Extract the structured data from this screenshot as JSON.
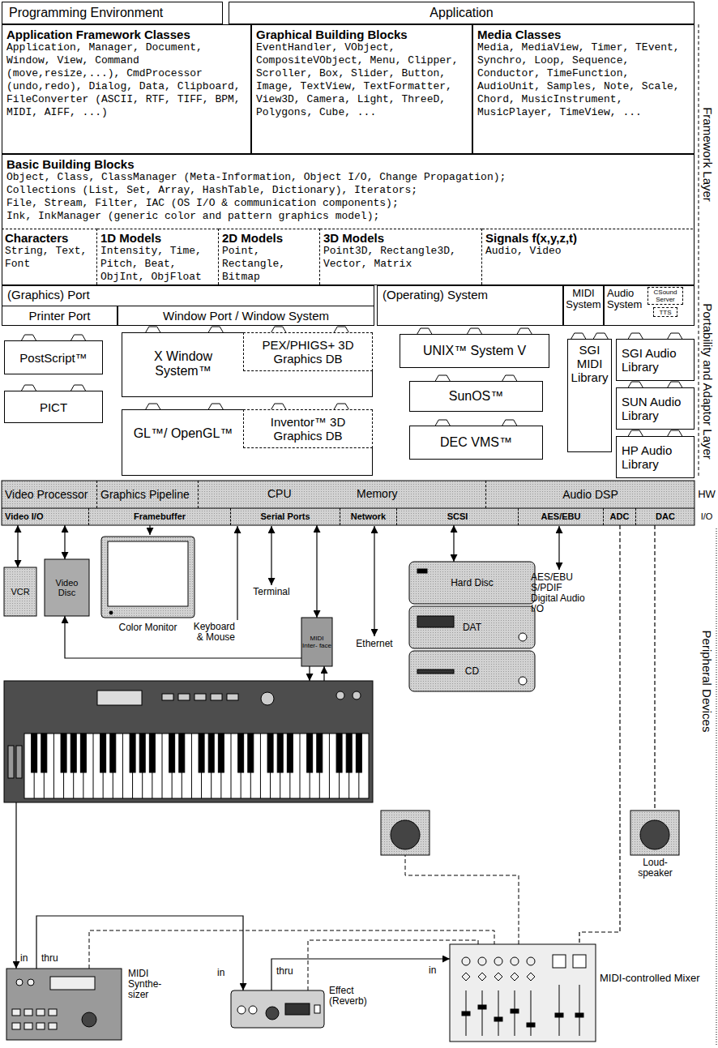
{
  "diagram": {
    "nodes": [
      {
        "text": [
          "Programming Environment"
        ]
      },
      {
        "text": [
          "Application"
        ]
      },
      {
        "text": [
          "Application Framework Classes",
          "Application, Manager, Document, Window, View, Command (move,resize,...), CmdProcessor (undo,redo), Dialog, Data, Clipboard, FileConverter (ASCII, RTF, TIFF, BPM, MIDI, AIFF, ...)"
        ]
      },
      {
        "text": [
          "Graphical Building Blocks",
          "EventHandler, VObject, CompositeVObject, Menu, Clipper, Scroller, Box, Slider, Button, Image, TextView, TextFormatter, View3D, Camera, Light, ThreeD, Polygons, Cube, ..."
        ]
      },
      {
        "text": [
          "Media Classes",
          "Media, MediaView, Timer, TEvent, Synchro, Loop, Sequence, Conductor, TimeFunction, AudioUnit, Samples, Note, Scale, Chord, MusicInstrument, MusicPlayer, TimeView, ..."
        ]
      },
      {
        "text": [
          "Basic Building Blocks",
          "Object, Class, ClassManager (Meta-Information, Object I/O, Change Propagation);",
          "Collections (List, Set, Array, HashTable, Dictionary), Iterators;",
          "File, Stream, Filter, IAC (OS I/O & communication components);",
          "Ink, InkManager (generic color and pattern graphics model);"
        ]
      },
      {
        "text": [
          "Characters",
          "String, Text, Font"
        ],
        "in": 5
      },
      {
        "text": [
          "1D Models",
          "Intensity, Time, Pitch, Beat, ObjInt, ObjFloat"
        ],
        "in": 5
      },
      {
        "text": [
          "2D Models",
          "Point, Rectangle, Bitmap"
        ],
        "in": 5
      },
      {
        "text": [
          "3D Models",
          "Point3D, Rectangle3D, Vector, Matrix"
        ],
        "in": 5
      },
      {
        "text": [
          "Signals f(x,y,z,t)",
          "Audio, Video"
        ],
        "in": 5
      },
      {
        "text": [
          "(Graphics) Port"
        ]
      },
      {
        "text": [
          "Printer Port"
        ],
        "in": 11
      },
      {
        "text": [
          "Window Port / Window System"
        ],
        "in": 11
      },
      {
        "text": [
          "(Operating) System"
        ]
      },
      {
        "text": [
          "MIDI System"
        ]
      },
      {
        "text": [
          "Audio System"
        ]
      },
      {
        "text": [
          "CSound Server"
        ],
        "in": 16
      },
      {
        "text": [
          "TTS"
        ],
        "in": 16
      },
      {
        "text": [
          "PostScript™"
        ]
      },
      {
        "text": [
          "PICT"
        ]
      },
      {
        "text": [
          "X Window System™"
        ]
      },
      {
        "text": [
          "PEX/PHIGS+ 3D Graphics DB"
        ],
        "in": 21
      },
      {
        "text": [
          "GL™/ OpenGL™"
        ]
      },
      {
        "text": [
          "Inventor™ 3D Graphics DB"
        ],
        "in": 23
      },
      {
        "text": [
          "UNIX™ System V"
        ]
      },
      {
        "text": [
          "SunOS™"
        ]
      },
      {
        "text": [
          "DEC VMS™"
        ]
      },
      {
        "text": [
          "SGI MIDI Library"
        ]
      },
      {
        "text": [
          "SGI Audio Library"
        ]
      },
      {
        "text": [
          "SUN Audio Library"
        ]
      },
      {
        "text": [
          "HP Audio Library"
        ]
      },
      {
        "text": [
          "Video Processor"
        ]
      },
      {
        "text": [
          "Graphics Pipeline"
        ]
      },
      {
        "text": [
          "CPU",
          "Memory"
        ]
      },
      {
        "text": [
          "Audio DSP"
        ]
      },
      {
        "text": [
          "Video I/O"
        ]
      },
      {
        "text": [
          "Framebuffer"
        ]
      },
      {
        "text": [
          "Serial Ports"
        ]
      },
      {
        "text": [
          "Network"
        ]
      },
      {
        "text": [
          "SCSI"
        ]
      },
      {
        "text": [
          "AES/EBU"
        ]
      },
      {
        "text": [
          "ADC"
        ]
      },
      {
        "text": [
          "DAC"
        ]
      },
      {
        "text": [
          "VCR"
        ]
      },
      {
        "text": [
          "Video Disc"
        ]
      },
      {
        "text": [
          "Color Monitor"
        ]
      },
      {
        "text": [
          "MIDI Inter- face"
        ]
      },
      {
        "text": [
          "Hard Disc"
        ]
      },
      {
        "text": [
          "DAT"
        ]
      },
      {
        "text": [
          "CD"
        ]
      },
      {
        "text": [
          "Loud- speaker"
        ]
      },
      {
        "text": [
          "in",
          "thru",
          "MIDI Synthe- sizer"
        ]
      },
      {
        "text": [
          "in",
          "thru",
          "Effect (Reverb)"
        ]
      },
      {
        "text": [
          "in",
          "MIDI-controlled Mixer"
        ]
      }
    ],
    "edges": [
      {
        "from": 36,
        "to": 44,
        "arrow": "both"
      },
      {
        "from": 36,
        "to": 45,
        "arrow": "both"
      },
      {
        "from": 37,
        "to": 46,
        "arrow": "to"
      },
      {
        "from": 38,
        "to": 47,
        "arrow": "both"
      },
      {
        "from": 47,
        "to": 45,
        "arrow": "to"
      },
      {
        "from": 40,
        "to": 48,
        "arrow": "both"
      },
      {
        "from": 42,
        "to": 54,
        "arrow": "none"
      },
      {
        "from": 43,
        "to": 51,
        "arrow": "none"
      },
      {
        "from": 52,
        "to": 53,
        "arrow": "to"
      },
      {
        "from": 53,
        "to": 54,
        "arrow": "to"
      }
    ],
    "labels": [
      "Framework Layer",
      "Portability and Adaptor Layer",
      "HW",
      "I/O",
      "Peripheral Devices",
      "Keyboard & Mouse",
      "Terminal",
      "Ethernet",
      "AES/EBU S/PDIF Digital Audio I/O"
    ]
  }
}
